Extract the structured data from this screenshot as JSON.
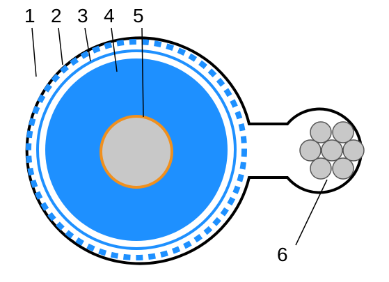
{
  "labels": {
    "l1": "1",
    "l2": "2",
    "l3": "3",
    "l4": "4",
    "l5": "5",
    "l6": "6"
  },
  "colors": {
    "outline": "#000000",
    "shield": "#1e90ff",
    "insulation": "#1e90ff",
    "conductor": "#c8c8c8",
    "conductor_ring": "#f0901e",
    "strand": "#c8c8c8",
    "background": "#ffffff"
  }
}
